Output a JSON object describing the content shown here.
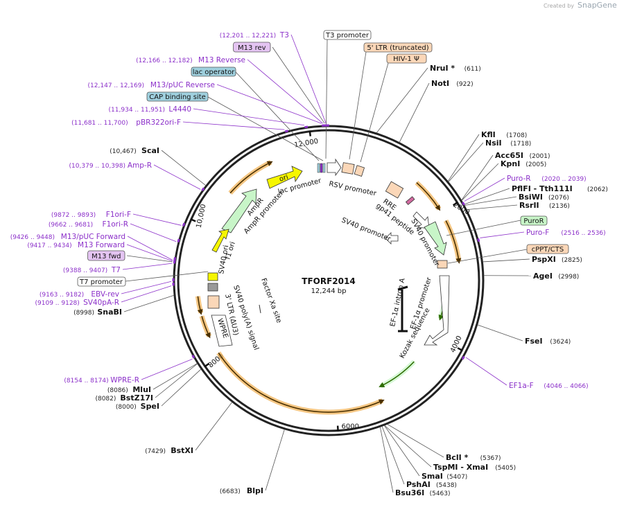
{
  "watermark": {
    "created_by": "Created by",
    "brand": "SnapGene"
  },
  "plasmid": {
    "name": "TFORF2014",
    "size": "12,244 bp",
    "length": 12244
  },
  "ticks": [
    {
      "label": "2000",
      "pos": 2000
    },
    {
      "label": "4000",
      "pos": 4000
    },
    {
      "label": "6000",
      "pos": 6000
    },
    {
      "label": "8000",
      "pos": 8000
    },
    {
      "label": "10,000",
      "pos": 10000
    },
    {
      "label": "12,000",
      "pos": 12000
    }
  ],
  "enzymes": [
    {
      "name": "NruI *",
      "pos_text": "(611)",
      "pos": 611
    },
    {
      "name": "NotI",
      "pos_text": "(922)",
      "pos": 922
    },
    {
      "name": "KflI",
      "pos_text": "(1708)",
      "pos": 1708
    },
    {
      "name": "NsiI",
      "pos_text": "(1718)",
      "pos": 1718
    },
    {
      "name": "Acc65I",
      "pos_text": "(2001)",
      "pos": 2001
    },
    {
      "name": "KpnI",
      "pos_text": "(2005)",
      "pos": 2005
    },
    {
      "name": "PflFI - Tth111I",
      "pos_text": "(2062)",
      "pos": 2062
    },
    {
      "name": "BsiWI",
      "pos_text": "(2076)",
      "pos": 2076
    },
    {
      "name": "RsrII",
      "pos_text": "(2136)",
      "pos": 2136
    },
    {
      "name": "PspXI",
      "pos_text": "(2825)",
      "pos": 2825
    },
    {
      "name": "AgeI",
      "pos_text": "(2998)",
      "pos": 2998
    },
    {
      "name": "FseI",
      "pos_text": "(3624)",
      "pos": 3624
    },
    {
      "name": "BclI *",
      "pos_text": "(5367)",
      "pos": 5367
    },
    {
      "name": "TspMI - XmaI",
      "pos_text": "(5405)",
      "pos": 5405
    },
    {
      "name": "SmaI",
      "pos_text": "(5407)",
      "pos": 5407
    },
    {
      "name": "PshAI",
      "pos_text": "(5438)",
      "pos": 5438
    },
    {
      "name": "Bsu36I",
      "pos_text": "(5463)",
      "pos": 5463
    },
    {
      "name": "BlpI",
      "pos_text": "(6683)",
      "pos": 6683
    },
    {
      "name": "BstXI",
      "pos_text": "(7429)",
      "pos": 7429
    },
    {
      "name": "SpeI",
      "pos_text": "(8000)",
      "pos": 8000
    },
    {
      "name": "BstZ17I",
      "pos_text": "(8082)",
      "pos": 8082
    },
    {
      "name": "MluI",
      "pos_text": "(8086)",
      "pos": 8086
    },
    {
      "name": "SnaBI",
      "pos_text": "(8998)",
      "pos": 8998
    },
    {
      "name": "ScaI",
      "pos_text": "(10,467)",
      "pos": 10467
    }
  ],
  "primers": [
    {
      "name": "T3",
      "pos_text": "(12,201 .. 12,221)",
      "pos": 12211
    },
    {
      "name": "M13 rev",
      "pos_text": "",
      "pos": 12195,
      "boxed": true
    },
    {
      "name": "M13 Reverse",
      "pos_text": "(12,166 .. 12,182)",
      "pos": 12174
    },
    {
      "name": "M13/pUC Reverse",
      "pos_text": "(12,147 .. 12,169)",
      "pos": 12158
    },
    {
      "name": "L4440",
      "pos_text": "(11,934 .. 11,951)",
      "pos": 11942
    },
    {
      "name": "pBR322ori-F",
      "pos_text": "(11,681 .. 11,700)",
      "pos": 11690
    },
    {
      "name": "Amp-R",
      "pos_text": "(10,379 .. 10,398)",
      "pos": 10388
    },
    {
      "name": "F1ori-F",
      "pos_text": "(9872 .. 9893)",
      "pos": 9882
    },
    {
      "name": "F1ori-R",
      "pos_text": "(9662 .. 9681)",
      "pos": 9671
    },
    {
      "name": "M13/pUC Forward",
      "pos_text": "(9426 .. 9448)",
      "pos": 9437
    },
    {
      "name": "M13 Forward",
      "pos_text": "(9417 .. 9434)",
      "pos": 9425
    },
    {
      "name": "M13 fwd",
      "pos_text": "",
      "pos": 9415,
      "boxed": true
    },
    {
      "name": "T7",
      "pos_text": "(9388 .. 9407)",
      "pos": 9397
    },
    {
      "name": "EBV-rev",
      "pos_text": "(9163 .. 9182)",
      "pos": 9172
    },
    {
      "name": "SV40pA-R",
      "pos_text": "(9109 .. 9128)",
      "pos": 9118
    },
    {
      "name": "WPRE-R",
      "pos_text": "(8154 .. 8174)",
      "pos": 8164
    },
    {
      "name": "Puro-R",
      "pos_text": "(2020 .. 2039)",
      "pos": 2030
    },
    {
      "name": "Puro-F",
      "pos_text": "(2516 .. 2536)",
      "pos": 2526
    },
    {
      "name": "EF1a-F",
      "pos_text": "(4046 .. 4066)",
      "pos": 4056
    }
  ],
  "outer_features": [
    {
      "name": "T3 promoter",
      "style": "white"
    },
    {
      "name": "5' LTR (truncated)",
      "style": "peach"
    },
    {
      "name": "HIV-1 Ψ",
      "style": "peach"
    },
    {
      "name": "lac operator",
      "style": "blue"
    },
    {
      "name": "CAP binding site",
      "style": "blue"
    },
    {
      "name": "PuroR",
      "style": "green"
    },
    {
      "name": "cPPT/CTS",
      "style": "peach"
    },
    {
      "name": "T7 promoter",
      "style": "white"
    }
  ],
  "inner_features": [
    "ori",
    "lac promoter",
    "RSV promoter",
    "RRE",
    "gp41 peptide",
    "SV40 promoter",
    "SV40 promoter",
    "AmpR",
    "AmpR promoter",
    "f1 ori",
    "SV40 ori",
    "SV40 poly(A) signal",
    "3' LTR (ΔU3)",
    "WPRE",
    "Factor Xa site",
    "EF-1α intron A",
    "EF-1α promoter",
    "Kozak sequence"
  ],
  "colors": {
    "primer": "#8b2fc9",
    "orf": "#f0b35a",
    "feature_peach": "#fbd7b8",
    "feature_green": "#c8f5c8",
    "feature_blue": "#9fd0de",
    "feature_yellow": "#f6f600",
    "primer_box": "#e4c4f2"
  }
}
